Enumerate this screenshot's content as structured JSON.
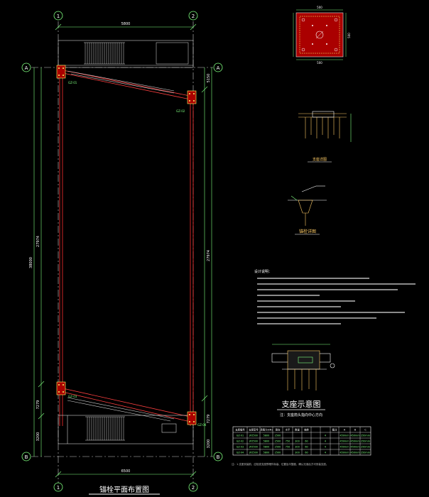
{
  "drawing": {
    "plan_title": "锚栓平面布置图",
    "bearing_title": "支座示意图",
    "bearing_subtitle": "注：支座箭头指向中心方向",
    "detail_title_1": "支座详图",
    "detail_title_2": "锚栓详图",
    "notes_heading": "设计说明：",
    "axis_labels": {
      "col_1": "1",
      "col_2": "2",
      "row_a": "A",
      "row_b": "B"
    },
    "dimensions": {
      "top_width": "5800",
      "bottom_width": "6500",
      "left_total": "38000",
      "left_mid": "27974",
      "right_mid": "27974",
      "left_bottom": "3200",
      "right_bottom": "3200",
      "left_lower": "7279",
      "right_upper": "5150",
      "right_lower": "7279",
      "plate_top": "500",
      "plate_bottom": "500",
      "plate_right": "500"
    },
    "bearing_tags": [
      "GZ-01",
      "GZ-02",
      "GZ-03",
      "GZ-04"
    ],
    "table": {
      "headers": [
        "支座编号",
        "支座型号",
        "承载力(kN)",
        "竖向",
        "水平",
        "数量",
        "锚栓",
        "",
        "",
        "备注",
        "A",
        "B",
        "C"
      ],
      "rows": [
        [
          "GZ-01",
          "JPZ500",
          "5800",
          "2500",
          "",
          "",
          "",
          "",
          "4",
          "",
          "450mm",
          "450mm",
          "250mm"
        ],
        [
          "GZ-02",
          "JPZ500",
          "5800",
          "2500",
          "750",
          "300",
          "60",
          "",
          "4",
          "",
          "450mm",
          "450mm",
          "250mm"
        ],
        [
          "GZ-03",
          "JPZ500",
          "5800",
          "2500",
          "750",
          "300",
          "60",
          "",
          "4",
          "",
          "450mm",
          "450mm",
          "250mm"
        ],
        [
          "GZ-04",
          "JPZ500",
          "5800",
          "2500",
          "",
          "300",
          "60",
          "",
          "4",
          "",
          "450mm",
          "450mm",
          "250mm"
        ]
      ]
    },
    "footnote": "注：1.支座安装前，应检查支座预埋件标高、位置及平整度，确认无误后方可安装支座。"
  }
}
